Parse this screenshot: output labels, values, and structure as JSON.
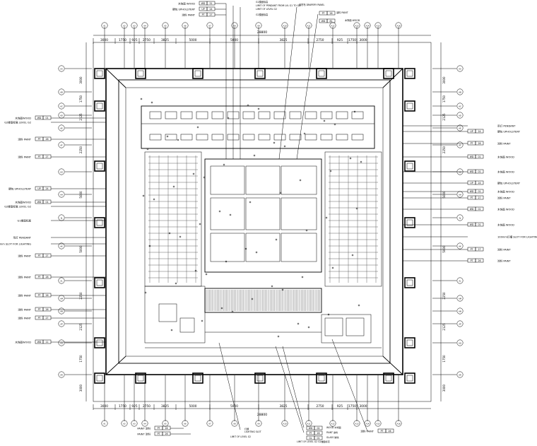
{
  "grid": {
    "top_numbers": [
      "A1",
      "A2",
      "A3",
      "A4",
      "A5",
      "A6",
      "A7",
      "A8",
      "A9",
      "A10",
      "A11",
      "A12",
      "A13",
      "A14",
      "A15",
      "A16"
    ],
    "top_dims": [
      "3000",
      "1750",
      "925",
      "2750",
      "3825",
      "5000",
      "5000",
      "3825",
      "2750",
      "925",
      "1750",
      "3000"
    ],
    "total": "28800",
    "left_letters": [
      "AA",
      "AB",
      "AC",
      "AD",
      "AE",
      "AF",
      "AG",
      "AH",
      "AJ",
      "AK",
      "AL",
      "AM",
      "AN",
      "AP",
      "AQ",
      "AR"
    ],
    "side_dims": [
      "3000",
      "1750",
      "2125",
      "2250",
      "5000",
      "5000",
      "2250",
      "2125",
      "1750",
      "3000"
    ]
  },
  "left_tags": [
    {
      "label": "木饰面WOOD",
      "code": "WD",
      "num": "01"
    },
    {
      "label": "G2楼面标高 LEVEL G2",
      "code": "",
      "num": ""
    },
    {
      "label": "涂料 PAINT",
      "code": "PT",
      "num": "26"
    },
    {
      "label": "涂料 PAINT",
      "code": "PT",
      "num": "27"
    },
    {
      "label": "硬包 UPHOLSTERY",
      "code": "UP",
      "num": "24"
    },
    {
      "label": "木饰面WOOD",
      "code": "WD",
      "num": "01"
    },
    {
      "label": "G2楼面标高 LEVEL G2",
      "code": "",
      "num": ""
    },
    {
      "label": "G1楼面标高",
      "code": "",
      "num": ""
    },
    {
      "label": "吊灯 PENDANT",
      "code": "",
      "num": ""
    },
    {
      "label": "100mm SLOT FOR LIGHTING",
      "code": "",
      "num": ""
    },
    {
      "label": "涂料 PAINT",
      "code": "PT",
      "num": "27"
    },
    {
      "label": "涂料 PAINT",
      "code": "PT",
      "num": "26"
    },
    {
      "label": "涂料 PAINT",
      "code": "PT",
      "num": "26"
    },
    {
      "label": "涂料 PAINT",
      "code": "PT",
      "num": "26"
    },
    {
      "label": "涂料 PAINT",
      "code": "PT",
      "num": "27"
    },
    {
      "label": "木饰面WOOD",
      "code": "WD",
      "num": "11"
    }
  ],
  "right_tags": [
    {
      "label": "吊灯 PENDANT",
      "code": "",
      "num": ""
    },
    {
      "label": "硬包 UPHOLSTERY",
      "code": "UP",
      "num": "24"
    },
    {
      "label": "涂料 PAINT",
      "code": "PT",
      "num": "26"
    },
    {
      "label": "木饰面 WOOD",
      "code": "WD",
      "num": "01"
    },
    {
      "label": "木饰面 WOOD",
      "code": "WD",
      "num": "01"
    },
    {
      "label": "硬包 UPHOLSTERY",
      "code": "UP",
      "num": "24"
    },
    {
      "label": "木饰面 WOOD",
      "code": "WD",
      "num": "01"
    },
    {
      "label": "涂料 PAINT",
      "code": "PT",
      "num": "27"
    },
    {
      "label": "木饰面 WOOD",
      "code": "WD",
      "num": "01"
    },
    {
      "label": "木饰面 WOOD",
      "code": "WD",
      "num": "01"
    },
    {
      "label": "100mm灯槽 SLOT FOR LIGHTING",
      "code": "",
      "num": ""
    },
    {
      "label": "涂料 PAINT",
      "code": "PT",
      "num": "27"
    },
    {
      "label": "涂料 PAINT",
      "code": "PT",
      "num": "26"
    }
  ],
  "top_tags": [
    {
      "label": "木饰面 WOOD",
      "code": "WD",
      "num": "51"
    },
    {
      "label": "硬包 UPHOLSTERY",
      "code": "UP",
      "num": "24"
    },
    {
      "label": "涂料 PAINT",
      "code": "PT",
      "num": "27"
    }
  ],
  "top_notes": [
    "G1楼面标高",
    "LIMIT OF PENDANT FROM LVL G1 TO G2",
    "LIMIT OF LEVEL G2",
    "G2楼面标高",
    "窗帘布 DRAPERY PANEL",
    "涂料 PAINT",
    "木饰面 WOOD"
  ],
  "bottom_tags": [
    {
      "label": "PAINT 涂料",
      "code": "PT",
      "num": "26"
    },
    {
      "label": "PAINT 涂料",
      "code": "PT",
      "num": "26"
    },
    {
      "label": "涂料 PAINT",
      "code": "PT",
      "num": "26"
    }
  ],
  "bottom_notes": [
    "灯槽",
    "LIGHTING SLOT",
    "LIMIT OF LEVEL G2",
    "WOOD 木饰面",
    "PAINT 涂料",
    "GLASS 玻璃",
    "LIMIT OF LEVEL G2 G2楼面标高"
  ]
}
